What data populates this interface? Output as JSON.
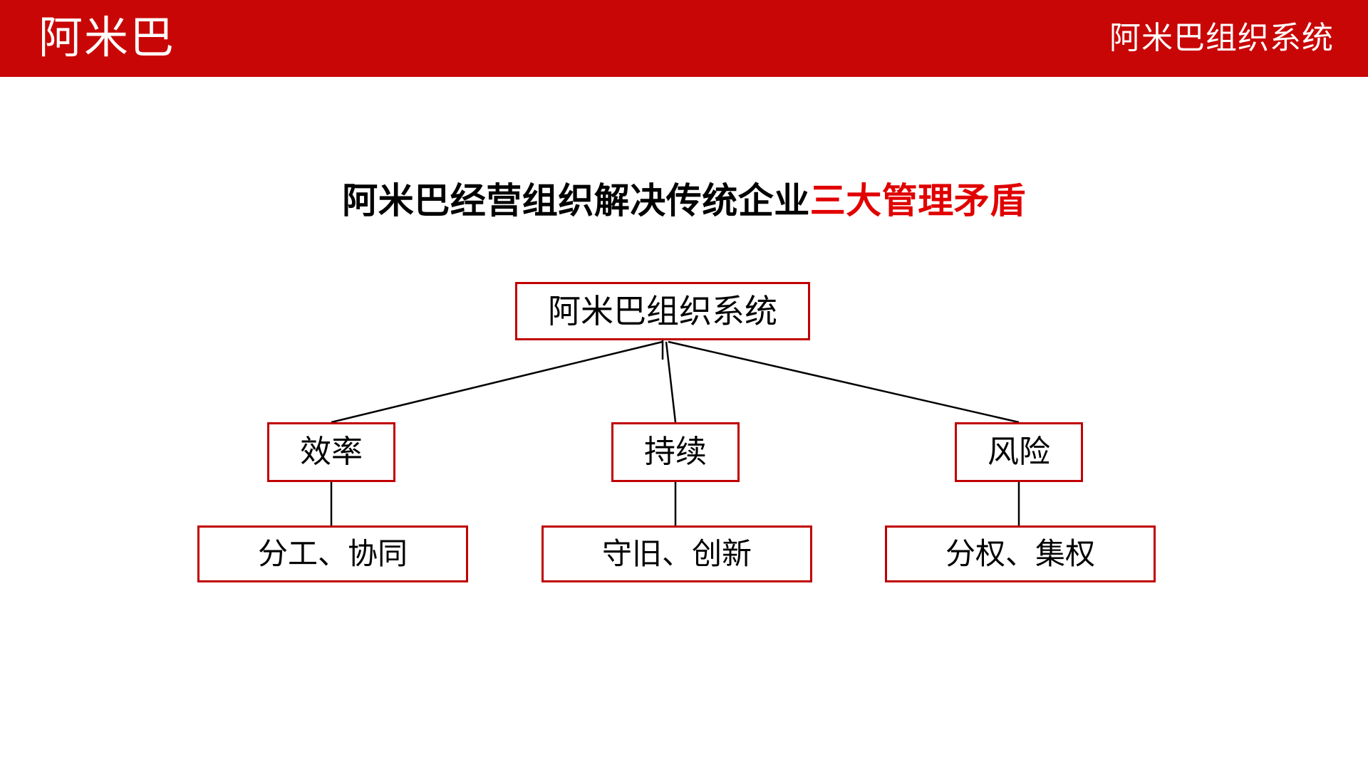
{
  "header": {
    "logo": "阿米巴",
    "title": "阿米巴组织系统",
    "bar_color": "#c90606",
    "text_color": "#ffffff"
  },
  "slide": {
    "title_black": "阿米巴经营组织解决传统企业",
    "title_red": "三大管理矛盾",
    "accent_color": "#e10000",
    "box_border_color": "#c00000",
    "connector_color": "#000000"
  },
  "diagram": {
    "type": "tree",
    "root": {
      "label": "阿米巴组织系统"
    },
    "branches": [
      {
        "mid": "效率",
        "leaf": "分工、协同"
      },
      {
        "mid": "持续",
        "leaf": "守旧、创新"
      },
      {
        "mid": "风险",
        "leaf": "分权、集权"
      }
    ]
  }
}
